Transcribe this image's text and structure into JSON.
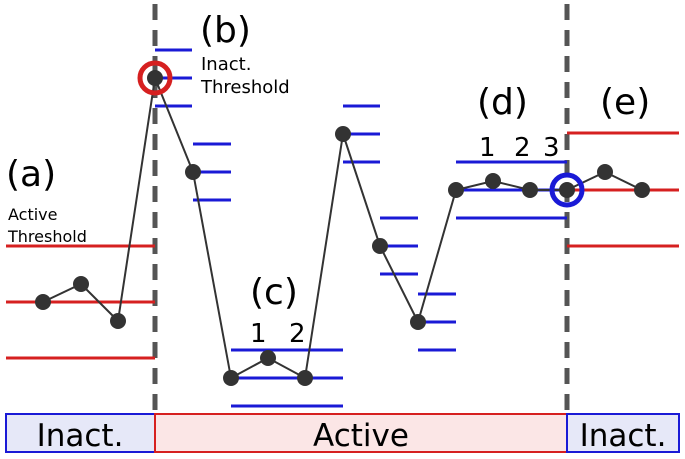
{
  "labels": {
    "a": "(a)",
    "b": "(b)",
    "c": "(c)",
    "d": "(d)",
    "e": "(e)",
    "active_threshold_1": "Active",
    "active_threshold_2": "Threshold",
    "inact_threshold_1": "Inact.",
    "inact_threshold_2": "Threshold",
    "c_idx_1": "1",
    "c_idx_2": "2",
    "d_idx_1": "1",
    "d_idx_2": "2",
    "d_idx_3": "3"
  },
  "states": {
    "inact_left": "Inact.",
    "active": "Active",
    "inact_right": "Inact."
  },
  "colors": {
    "red": "#d62020",
    "blue": "#1a1ad6",
    "point": "#333333",
    "divider": "#555555",
    "inact_fill": "#e6e8f8",
    "active_fill": "#fbe6e6"
  }
}
